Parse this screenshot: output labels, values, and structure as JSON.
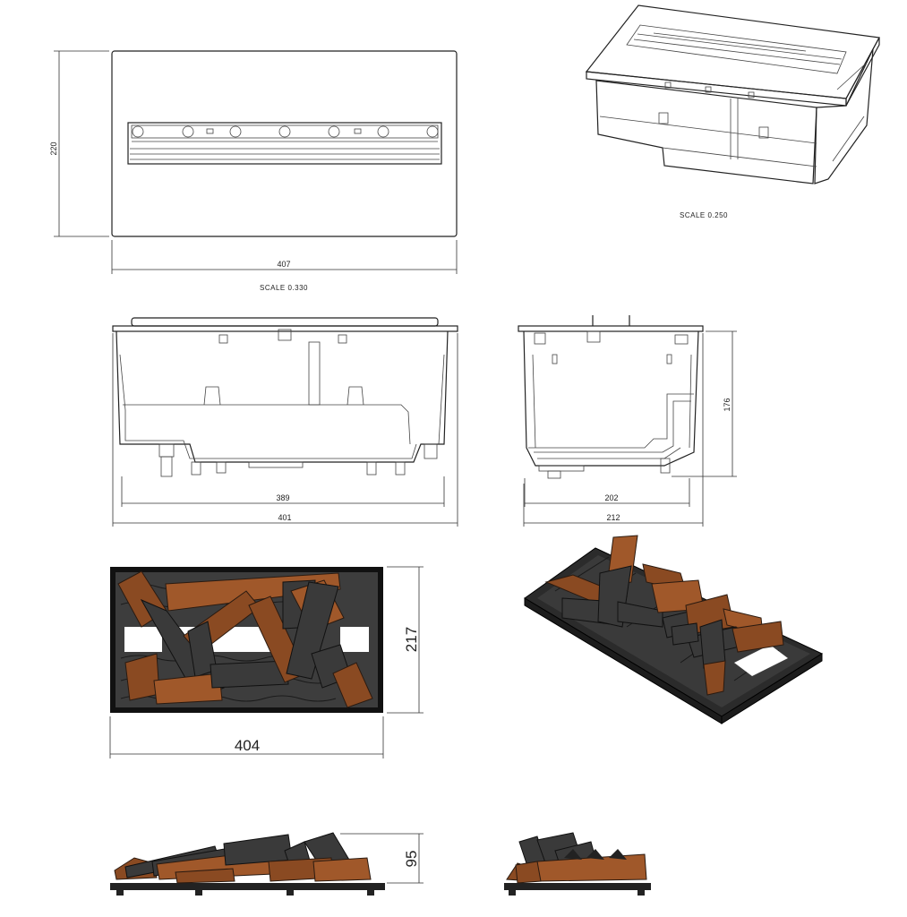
{
  "views": {
    "top_plan": {
      "width_label": "407",
      "height_label": "220",
      "scale_label": "SCALE  0.330"
    },
    "iso_burner": {
      "scale_label": "SCALE  0.250"
    },
    "front_elevation": {
      "inner_width_label": "389",
      "outer_width_label": "401"
    },
    "side_elevation": {
      "inner_width_label": "202",
      "outer_width_label": "212",
      "height_label": "176"
    },
    "log_set_plan": {
      "width_label": "404",
      "height_label": "217"
    },
    "log_set_front": {
      "height_label": "95"
    }
  },
  "colors": {
    "wood": "#8a4a22",
    "charred": "#3a3a3a",
    "bed": "#2b2b2b",
    "line": "#222222"
  }
}
